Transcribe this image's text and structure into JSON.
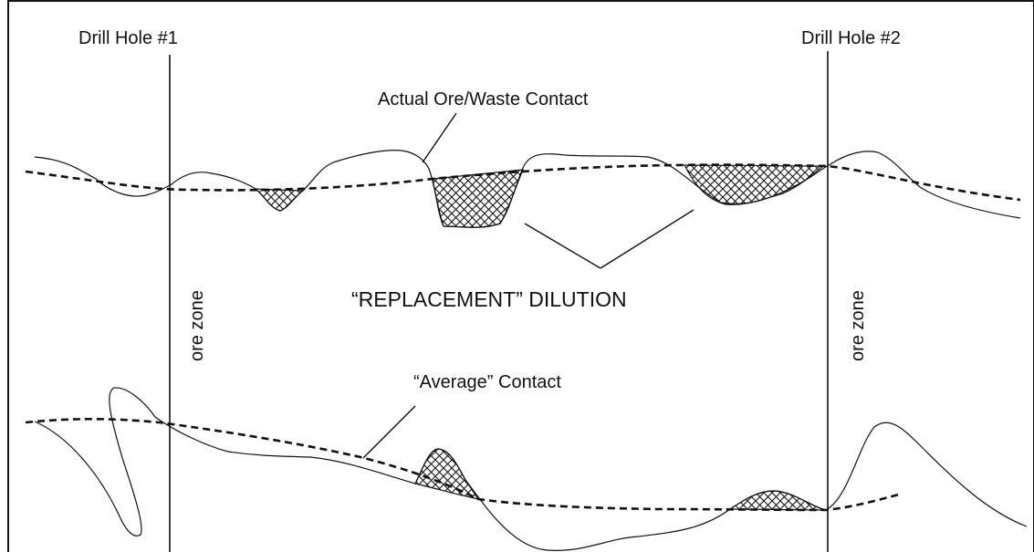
{
  "labels": {
    "drill_hole_1": "Drill Hole #1",
    "drill_hole_2": "Drill Hole #2",
    "actual_contact": "Actual Ore/Waste Contact",
    "replacement_dilution": "“REPLACEMENT” DILUTION",
    "average_contact": "“Average” Contact",
    "ore_zone_left": "ore zone",
    "ore_zone_right": "ore zone"
  },
  "colors": {
    "ink": "#111111",
    "background": "#ffffff",
    "hatch": "crosshatch"
  }
}
